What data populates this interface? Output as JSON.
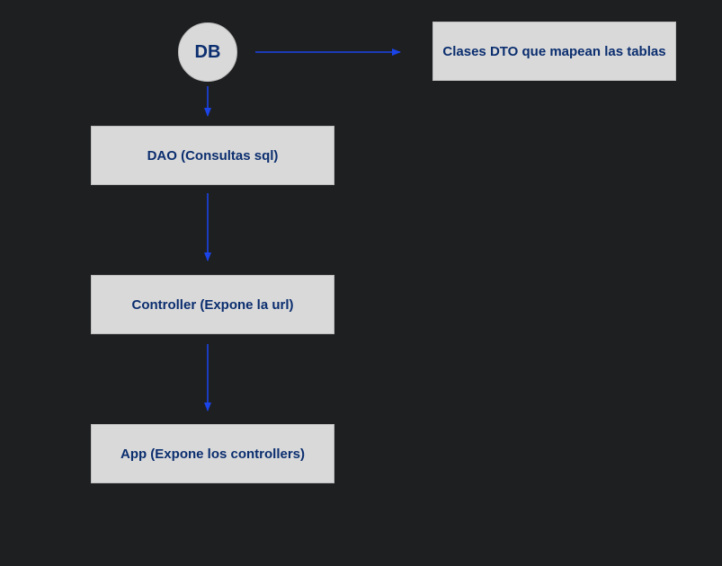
{
  "diagram": {
    "nodes": {
      "db": "DB",
      "dto": "Clases DTO que mapean las tablas",
      "dao": "DAO (Consultas sql)",
      "controller": "Controller (Expone la url)",
      "app": "App (Expone los controllers)"
    },
    "edges": [
      {
        "from": "db",
        "to": "dto"
      },
      {
        "from": "db",
        "to": "dao"
      },
      {
        "from": "dao",
        "to": "controller"
      },
      {
        "from": "controller",
        "to": "app"
      }
    ],
    "colors": {
      "background": "#1e1f21",
      "node_fill": "#d9d9d9",
      "node_text": "#0b2e6f",
      "arrow": "#1a44e8"
    }
  }
}
